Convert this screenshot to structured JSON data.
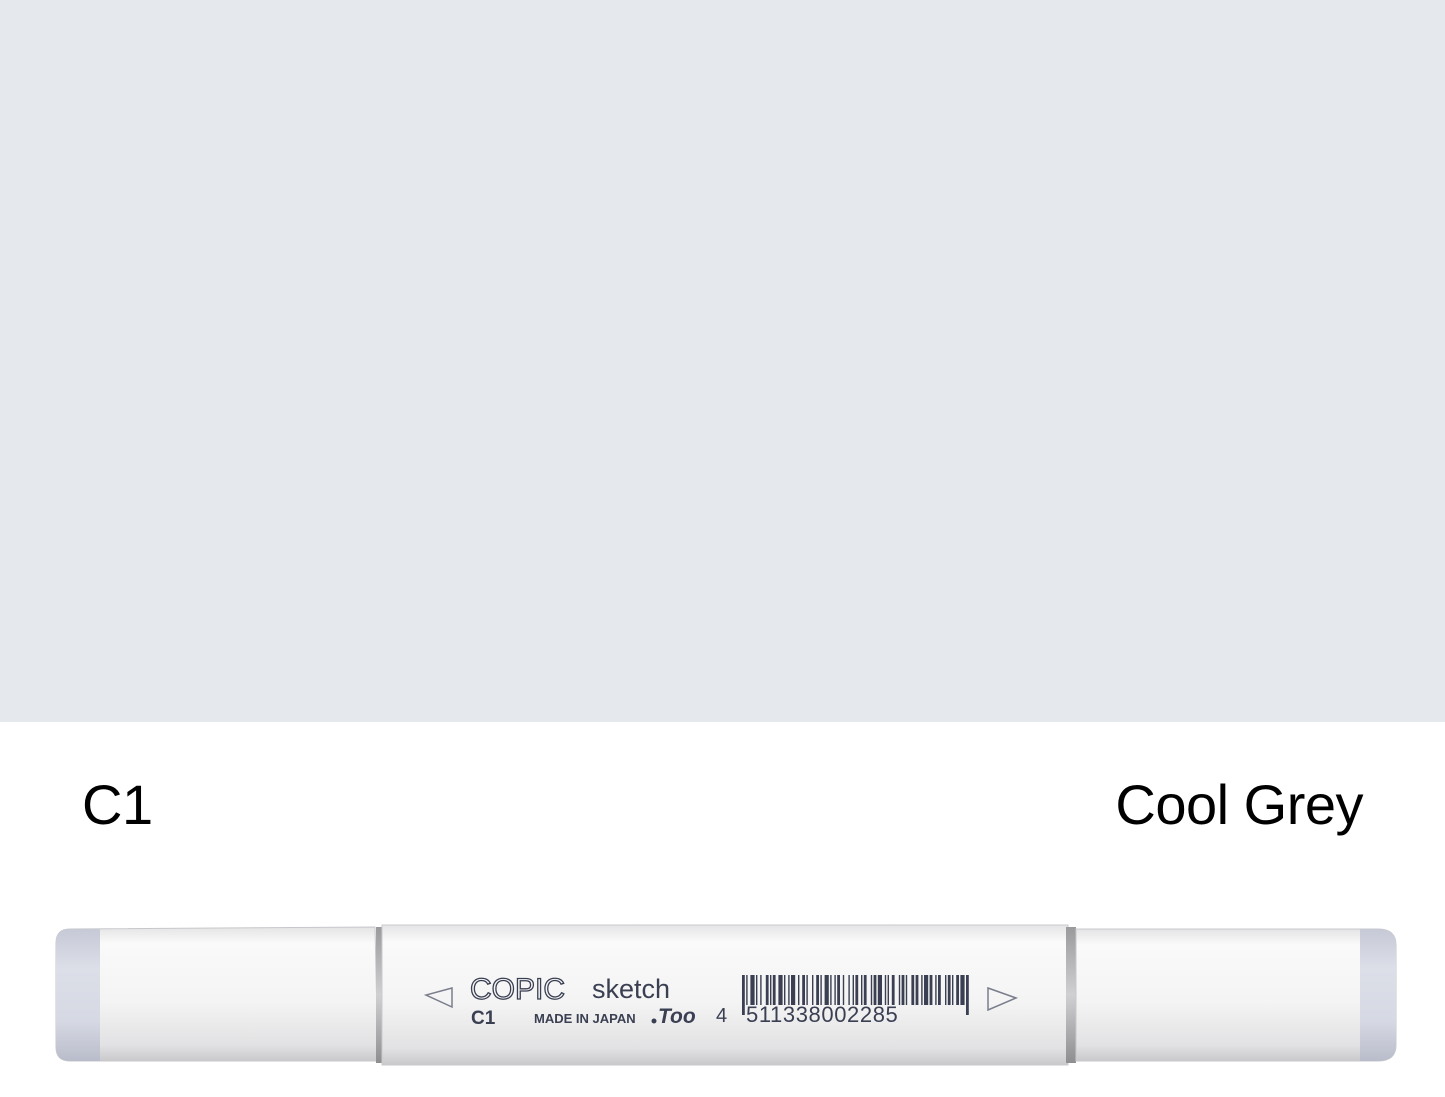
{
  "color": {
    "code": "C1",
    "name": "Cool Grey",
    "swatch_hex": "#e5e9ed"
  },
  "marker": {
    "brand": "COPIC",
    "line": "sketch",
    "code": "C1",
    "made_in": "MADE IN JAPAN",
    "maker_logo": "Too",
    "barcode_lead": "4",
    "barcode_digits": "511338002285",
    "cap_color": "#d3d6e0",
    "body_color": "#f3f3f3",
    "print_color": "#3a3f52"
  }
}
